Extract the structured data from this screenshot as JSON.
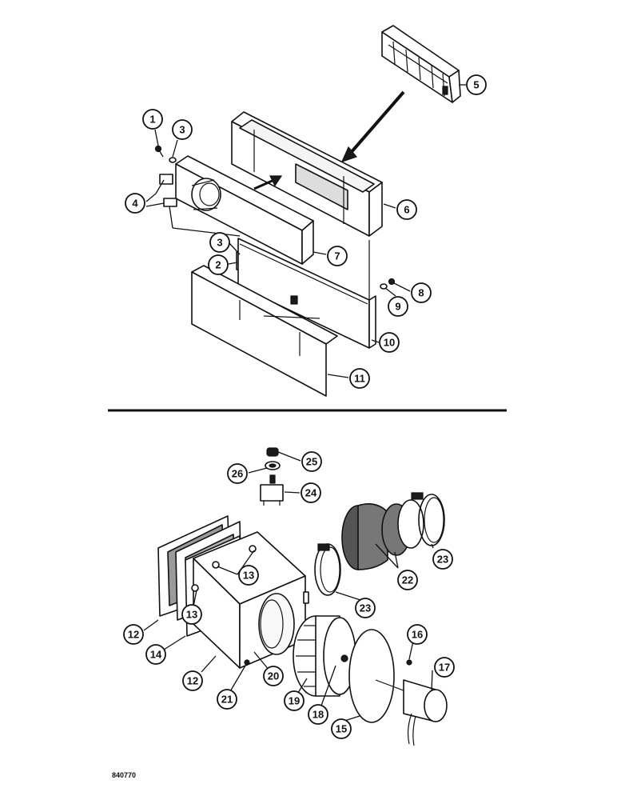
{
  "diagram": {
    "reference_number": "840770",
    "callouts": {
      "c1": "1",
      "c2": "2",
      "c3a": "3",
      "c3b": "3",
      "c4": "4",
      "c5": "5",
      "c6": "6",
      "c7": "7",
      "c8": "8",
      "c9": "9",
      "c10": "10",
      "c11": "11",
      "c12a": "12",
      "c12b": "12",
      "c13a": "13",
      "c13b": "13",
      "c14": "14",
      "c15": "15",
      "c16": "16",
      "c17": "17",
      "c18": "18",
      "c19": "19",
      "c20": "20",
      "c21": "21",
      "c22": "22",
      "c23a": "23",
      "c23b": "23",
      "c24": "24",
      "c25": "25",
      "c26": "26"
    }
  }
}
